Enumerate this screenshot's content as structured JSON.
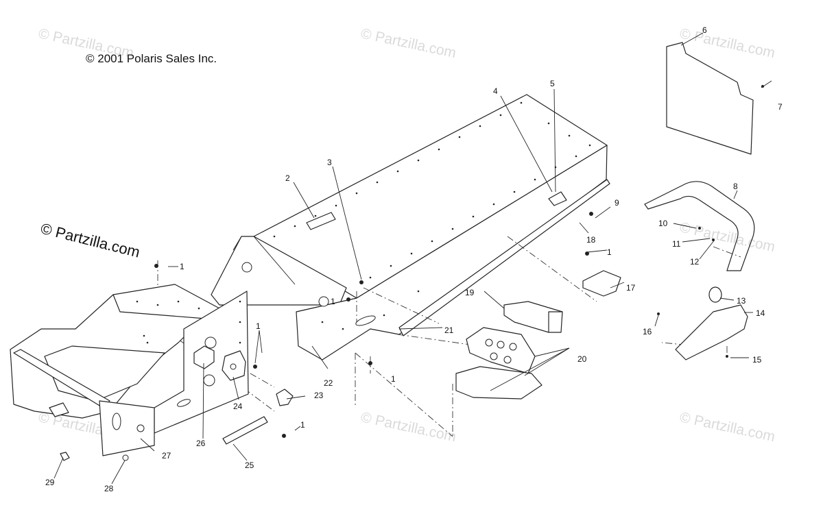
{
  "copyright": "© 2001 Polaris Sales Inc.",
  "watermark": "© Partzilla.com",
  "callouts": [
    "1",
    "2",
    "3",
    "4",
    "5",
    "6",
    "7",
    "8",
    "9",
    "10",
    "11",
    "12",
    "13",
    "14",
    "15",
    "16",
    "17",
    "18",
    "19",
    "20",
    "21",
    "22",
    "23",
    "24",
    "25",
    "26",
    "27",
    "28",
    "29"
  ]
}
